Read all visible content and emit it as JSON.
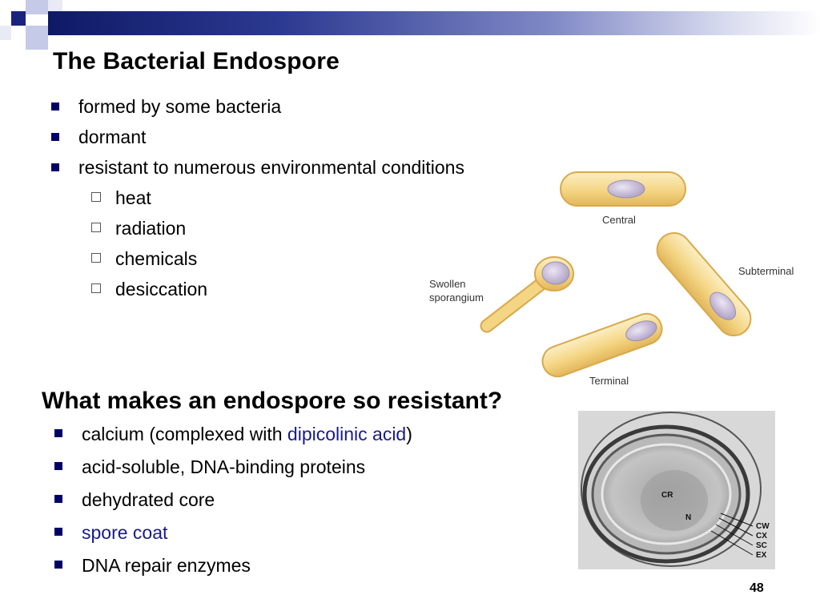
{
  "slide": {
    "title": "The Bacterial Endospore",
    "bullets": [
      {
        "text": "formed by some bacteria"
      },
      {
        "text": "dormant"
      },
      {
        "text": "resistant to numerous environmental conditions"
      }
    ],
    "sub_bullets": [
      {
        "text": "heat"
      },
      {
        "text": "radiation"
      },
      {
        "text": "chemicals"
      },
      {
        "text": "desiccation"
      }
    ],
    "section_heading": "What makes an endospore so resistant?",
    "resistance_bullets": [
      {
        "prefix": "calcium (complexed with ",
        "link": "dipicolinic acid",
        "suffix": ")"
      },
      {
        "text": "acid-soluble, DNA-binding proteins"
      },
      {
        "text": "dehydrated core"
      },
      {
        "link": "spore coat"
      },
      {
        "text": "DNA repair enzymes"
      }
    ],
    "page_number": "48"
  },
  "figure": {
    "labels": {
      "central": "Central",
      "subterminal": "Subterminal",
      "swollen_line1": "Swollen",
      "swollen_line2": "sporangium",
      "terminal": "Terminal"
    }
  },
  "micrograph": {
    "labels": {
      "cr": "CR",
      "n": "N",
      "cw": "CW",
      "cx": "CX",
      "sc": "SC",
      "ex": "EX"
    }
  },
  "colors": {
    "bullet": "#000066",
    "link": "#1a1a8c",
    "cell_fill": "#f6d98a",
    "spore_fill": "#c9bdd9"
  }
}
